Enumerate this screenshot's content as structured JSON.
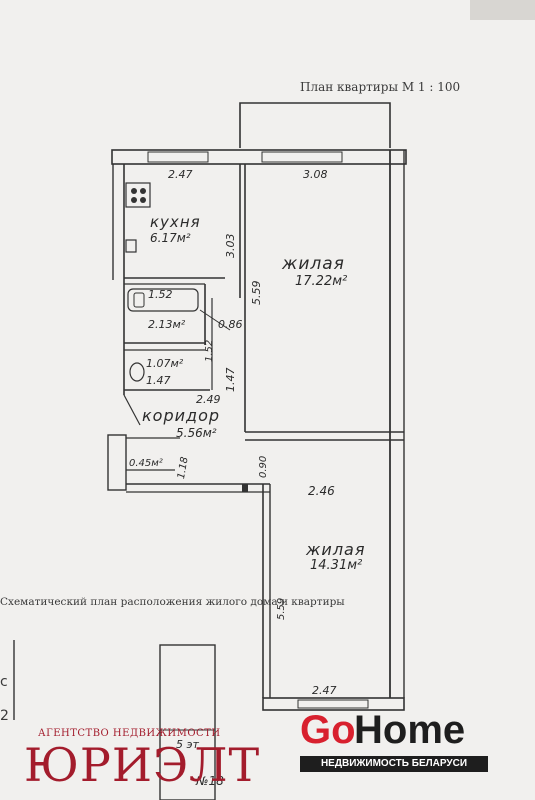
{
  "header": {
    "plan_title": "План квартиры  М 1 : 100"
  },
  "caption": {
    "text": "Схематический план расположения жилого дома и квартиры"
  },
  "rooms": {
    "kitchen": {
      "name": "кухня",
      "area": "6.17м²"
    },
    "living1": {
      "name": "жилая",
      "area": "17.22м²"
    },
    "living2": {
      "name": "жилая",
      "area": "14.31м²"
    },
    "corridor": {
      "name": "коридор",
      "area": "5.56м²"
    },
    "bathroom": {
      "area": "2.13м²"
    },
    "wc": {
      "area": "1.07м²"
    },
    "closet": {
      "area": "0.45м²"
    }
  },
  "dimensions": {
    "kitchen_top": "2.47",
    "living1_top": "3.08",
    "kitchen_side": "3.03",
    "living1_side": "5.59",
    "bath_width": "1.52",
    "bath_side": "0.86",
    "wc_side": "1.52",
    "wc_width": "1.47",
    "corridor_side": "1.47",
    "corridor_width": "2.49",
    "corridor_door": "0.90",
    "closet_side": "1.18",
    "living2_width": "2.46",
    "living2_side": "5.59",
    "living2_bottom": "2.47"
  },
  "lower_sketch": {
    "label_c": "с",
    "label_2": "2",
    "label_5": "5 эт",
    "label_18": "№18"
  },
  "branding": {
    "agency_sub": "АГЕНТСТВО НЕДВИЖИМОСТИ",
    "agency_name": "ЮРИЭЛТ",
    "gohome_go": "Go",
    "gohome_home": "Home",
    "gohome_sub": "НЕДВИЖИМОСТЬ БЕЛАРУСИ",
    "colors": {
      "agency": "#a31c2c",
      "go": "#d8202e",
      "home": "#1e1e1e",
      "sub_bg": "#1e1e1e"
    }
  }
}
